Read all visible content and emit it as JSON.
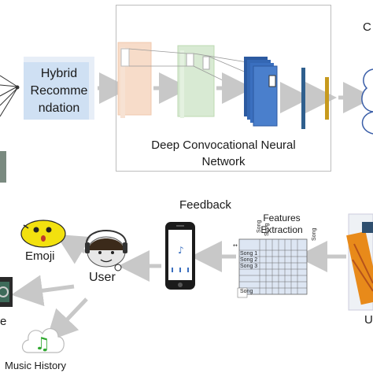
{
  "nodes": {
    "hybrid": "Hybrid Recommendation",
    "hybrid_lines": [
      "Hybrid",
      "Recomme",
      "ndation"
    ],
    "cnn": "Deep Convocational Neural Network",
    "cnn_lines": [
      "Deep Convocational Neural",
      "Network"
    ],
    "feedback": "Feedback",
    "features": "Features Extraction",
    "features_lines": [
      "Features",
      "Extraction"
    ],
    "emoji": "Emoji",
    "user": "User",
    "music_history": "Music History",
    "right_top_partial": "C",
    "right_bottom_partial": "U",
    "left_bottom_partial": "e"
  },
  "matrix": {
    "col_headers": [
      "Song",
      "Song",
      "Song"
    ],
    "row_labels": [
      "Song 1",
      "Song 2",
      "Song 3",
      "Song"
    ]
  },
  "colors": {
    "arrow": "#c8c8c8",
    "hybrid_fill": "#cfe0f3",
    "cnn_layer_1": "#f7dcc9",
    "cnn_layer_2": "#d8ead3",
    "cnn_layer_3": "#3a6fbf",
    "dense_blue": "#2f5f8e",
    "dense_gold": "#c79a1e",
    "emoji_face": "#f2e10f",
    "music_note": "#2fa82f"
  }
}
